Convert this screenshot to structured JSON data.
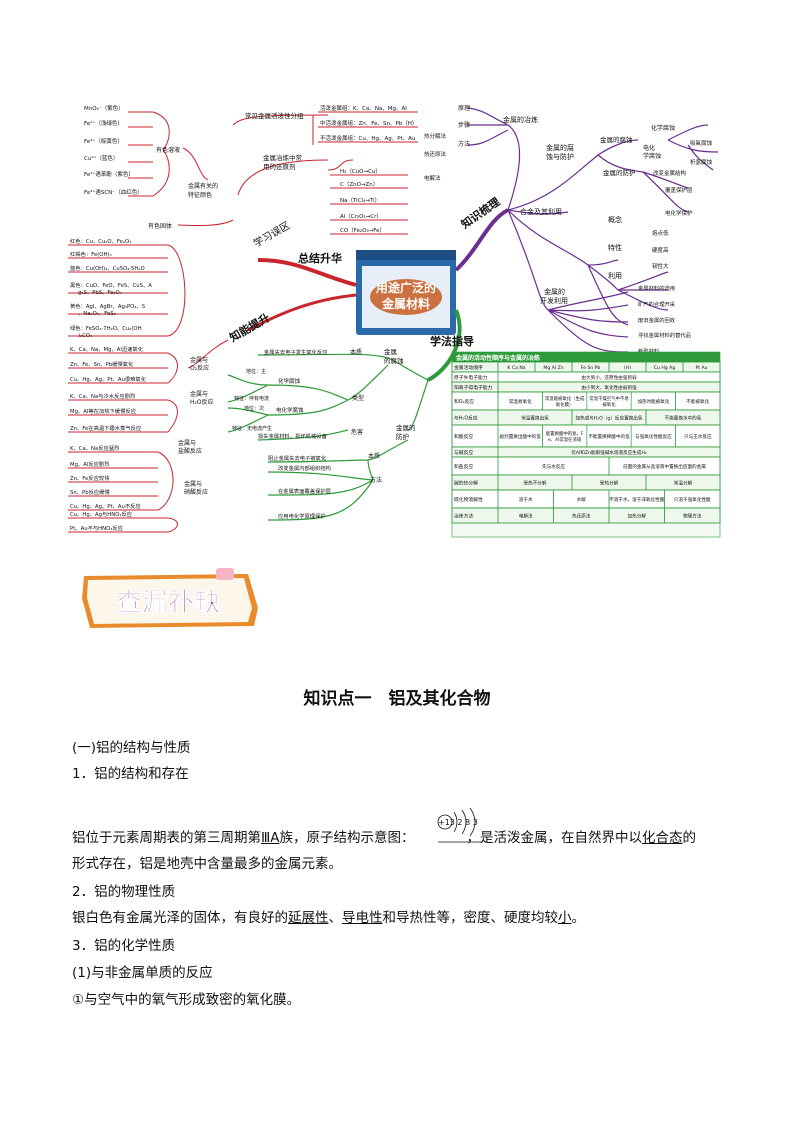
{
  "mindmap": {
    "center": [
      "用途广泛的",
      "金属材料"
    ],
    "branches": {
      "summary": "总结升华",
      "knowledge": "知识梳理",
      "method": "学法指导",
      "learn_mistake": "学习误区",
      "ability": "知能提升"
    },
    "left_colors": {
      "title": "有色溶液",
      "items": [
        "MnO₄⁻（紫色）",
        "Fe²⁺（浅绿色）",
        "Fe³⁺（棕黄色）",
        "Cu²⁺（蓝色）",
        "Fe³⁺遇苯酚（紫色）",
        "Fe³⁺遇SCN⁻（血红色）"
      ]
    },
    "metal_colors_label": [
      "金属有关的",
      "特征颜色"
    ],
    "solid_label": "有色固体",
    "solids": [
      "红色：Cu、Cu₂O、Fe₂O₃",
      "红褐色：Fe(OH)₃",
      "蓝色：Cu(OH)₂、CuSO₄·5H₂O",
      "黑色：CuO、FeO、FeS、CuS、Ag₂S、PbS、Fe₃O₄",
      "黄色：AgI、AgBr、Ag₃PO₄、S、Na₂O₂、FeS₂",
      "绿色：FeSO₄·7H₂O、Cu₂(OH)₂CO₃"
    ],
    "activity": {
      "title": "常见金属活泼性分组",
      "items": [
        "活泼金属组：K、Ca、Na、Mg、Al",
        "中活泼金属组：Zn、Fe、Sn、Pb（H）",
        "不活泼金属组：Cu、Hg、Ag、Pt、Au"
      ]
    },
    "reduce": {
      "title": [
        "金属冶炼中常",
        "用的还原剂"
      ],
      "items": [
        "H₂（CuO→Cu）",
        "C（ZnO→Zn）",
        "Na（TiCl₄→Ti）",
        "Al（Cr₂O₃→Cr）",
        "CO（Fe₂O₃→Fe）"
      ]
    },
    "methods_small": [
      "热分解法",
      "热还原法",
      "电解法"
    ],
    "react_groups": [
      {
        "label": [
          "金属与",
          "O₂反应"
        ],
        "items": [
          "K、Ca、Na、Mg、Al迅速氧化",
          "Zn、Fe、Sn、Pb缓慢氧化",
          "Cu、Hg、Ag、Pt、Au很难氧化"
        ]
      },
      {
        "label": [
          "金属与",
          "H₂O反应"
        ],
        "items": [
          "K、Ca、Na与冷水反应剧烈",
          "Mg、Al等在加热下缓慢反应",
          "Zn、Fe在高温下跟水蒸气反应"
        ]
      },
      {
        "label": [
          "金属与",
          "盐酸反应"
        ],
        "items": [
          "K、Ca、Na反应猛烈",
          "Mg、Al反应剧烈",
          "Zn、Fe反应较快",
          "Sn、Pb反应缓慢",
          "Cu、Hg、Ag、Pt、Au不反应"
        ]
      },
      {
        "label": [
          "金属与",
          "硝酸反应"
        ],
        "items": [
          "Cu、Hg、Ag与HNO₃反应",
          "Pt、Au不与HNO₃反应"
        ]
      }
    ],
    "right_top": {
      "smelt": "金属的冶炼",
      "smelt_items": [
        "原理",
        "步骤",
        "方法"
      ],
      "corrosion": [
        "金属的腐",
        "蚀与防护"
      ],
      "corrode": "金属的腐蚀",
      "corrode_items": [
        "化学腐蚀",
        "电化学腐蚀"
      ],
      "electro": [
        "吸氧腐蚀",
        "析氢腐蚀"
      ],
      "protect": "金属的防护",
      "protect_items": [
        "改变金属结构",
        "覆盖保护层",
        "电化学保护"
      ],
      "alloy": "合金及其利用",
      "concept": "概念",
      "feature": "特性",
      "feature_items": [
        "熔点低",
        "硬度高",
        "韧性大"
      ],
      "use": "利用",
      "develop": [
        "金属的",
        "开发利用"
      ],
      "develop_items": [
        "金属材料的选用",
        "矿产的合理开采",
        "废旧金属的回收",
        "寻找金属材料的替代品",
        "新型材料"
      ]
    },
    "bottom_mid": {
      "essence_src": "金属失去电子发生氧化反应",
      "essence": "本质",
      "corr": [
        "金属",
        "的腐蚀"
      ],
      "chem": "化学腐蚀",
      "electro": "电化学腐蚀",
      "type": "类型",
      "notes": [
        "地位：主",
        "特征：伴有电流",
        "地位：次",
        "特征：无电流产生"
      ],
      "harm_src": "损失金属材料，损坏机械设备",
      "harm": "危害",
      "protect": [
        "金属的",
        "防护"
      ],
      "block_src": "阻止金属失去电子被氧化",
      "block": "本质",
      "ways": [
        "改变金属内部组织结构",
        "在金属表面覆盖保护层",
        "应用电化学原理保护"
      ],
      "way_label": "方法"
    },
    "table": {
      "title": "金属的活动性顺序与金属的冶炼",
      "rows": [
        [
          "金属活动顺序",
          "K Ca Na",
          "Mg Al Zn",
          "Fe Sn Pb",
          "(H)",
          "Cu Hg Ag",
          "Pt Au"
        ],
        [
          "原子失电子能力",
          "由大到小，还原性由强到弱"
        ],
        [
          "阳离子得电子能力",
          "由小到大，氧化性由弱到强"
        ],
        [
          "和O₂反应",
          "常温易氧化",
          "常温能被氧化（生成氧化膜）",
          "常温干燥空气中不易被氧化",
          "加热时能被氧化",
          "不能被氧化"
        ],
        [
          "与H₂O反应",
          "常温置换出氢",
          "加热或与H₂O（g）反应置换出氢",
          "不能置换水中的氢"
        ],
        [
          "和酸反应",
          "剧烈置换出酸中的氢",
          "能置换酸中的氢，Fe、Al常温在浓硝酸、浓硫酸中钝化",
          "不能置换稀酸中的氢",
          "与强氧化性酸反应",
          "只与王水反应"
        ],
        [
          "与碱反应",
          "仅Al和Zn能跟强碱水溶液反应生成H₂"
        ],
        [
          "和盐反应",
          "先与水反应",
          "前面的金属从盐溶液中置换出后面的金属"
        ],
        [
          "碱的热分解",
          "受热不分解",
          "受热分解",
          "常温分解"
        ],
        [
          "硫化物溶解性",
          "溶于水",
          "水解",
          "不溶于水，溶于非氧化性酸",
          "只溶于强氧化性酸"
        ],
        [
          "冶炼方法",
          "电解法",
          "热还原法",
          "加热分解",
          "物理方法"
        ]
      ]
    }
  },
  "banner": "查漏补缺",
  "doc": {
    "title": "知识点一　铝及其化合物",
    "sec1": "(一)铝的结构与性质",
    "sub1": "1．铝的结构和存在",
    "atom_label": "+13 2 8 3",
    "p1_a": "铝位于元素周期表的第三周期第",
    "p1_b": "ⅢA",
    "p1_c": "族，原子结构示意图：",
    "p1_d": "，是活泼金属，在自然界中以",
    "p1_e": "化合态",
    "p1_f": "的",
    "p1_g": "形式存在，铝是地壳中含量最多的金属元素。",
    "sub2": "2．铝的物理性质",
    "p2_a": "银白色有金属光泽的固体，有良好的",
    "p2_b": "延展性",
    "p2_c": "、",
    "p2_d": "导电性",
    "p2_e": "和导热性等，密度、硬度均较",
    "p2_f": "小",
    "p2_g": "。",
    "sub3": "3．铝的化学性质",
    "sub3_1": "(1)与非金属单质的反应",
    "sub3_1a": "①与空气中的氧气形成致密的氧化膜。"
  }
}
